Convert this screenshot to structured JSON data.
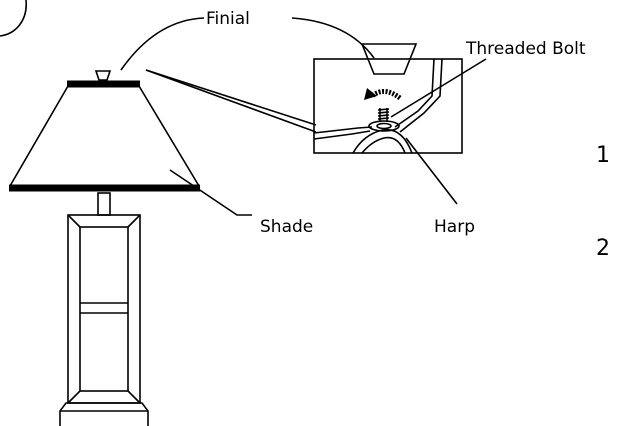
{
  "labels": {
    "finial": "Finial",
    "threaded_bolt": "Threaded Bolt",
    "shade": "Shade",
    "harp": "Harp"
  },
  "steps": [
    "1",
    "2"
  ],
  "colors": {
    "ink": "#000000",
    "background": "#ffffff"
  }
}
